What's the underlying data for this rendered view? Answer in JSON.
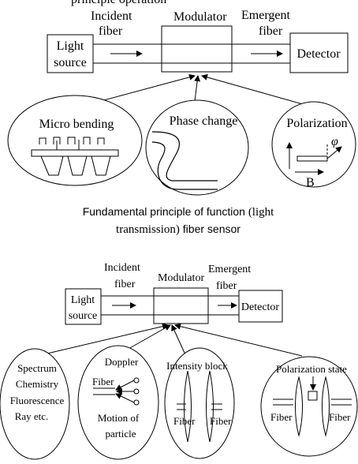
{
  "top_fragment": "principle operation",
  "diagram1": {
    "incident": [
      "Incident",
      "fiber"
    ],
    "modulator": "Modulator",
    "emergent": [
      "Emergent",
      "fiber"
    ],
    "light_source": [
      "Light",
      "source"
    ],
    "detector": "Detector",
    "micro_bending": "Micro bending",
    "phase_change": "Phase change",
    "polarization": "Polarization",
    "phi": "φ",
    "b": "B"
  },
  "caption": {
    "line1_prefix": "Fundamental principle of function ",
    "line1_serif": "(light",
    "line2_serif": "transmission)",
    "line2_suffix": " fiber sensor"
  },
  "diagram2": {
    "incident": [
      "Incident",
      "fiber"
    ],
    "modulator": "Modulator",
    "emergent": [
      "Emergent",
      "fiber"
    ],
    "light_source": [
      "Light",
      "source"
    ],
    "detector": "Detector",
    "spectrum": [
      "Spectrum",
      "Chemistry",
      "Fluorescence",
      "Ray etc."
    ],
    "doppler": "Doppler",
    "fiber_label": "Fiber",
    "motion": [
      "Motion of",
      "particle"
    ],
    "intensity_block": "Intensity block",
    "fiber_left": "Fiber",
    "fiber_right": "Fiber",
    "polarization_state": "Polarization state",
    "fiber_left2": "Fiber",
    "fiber_right2": "Fiber"
  }
}
